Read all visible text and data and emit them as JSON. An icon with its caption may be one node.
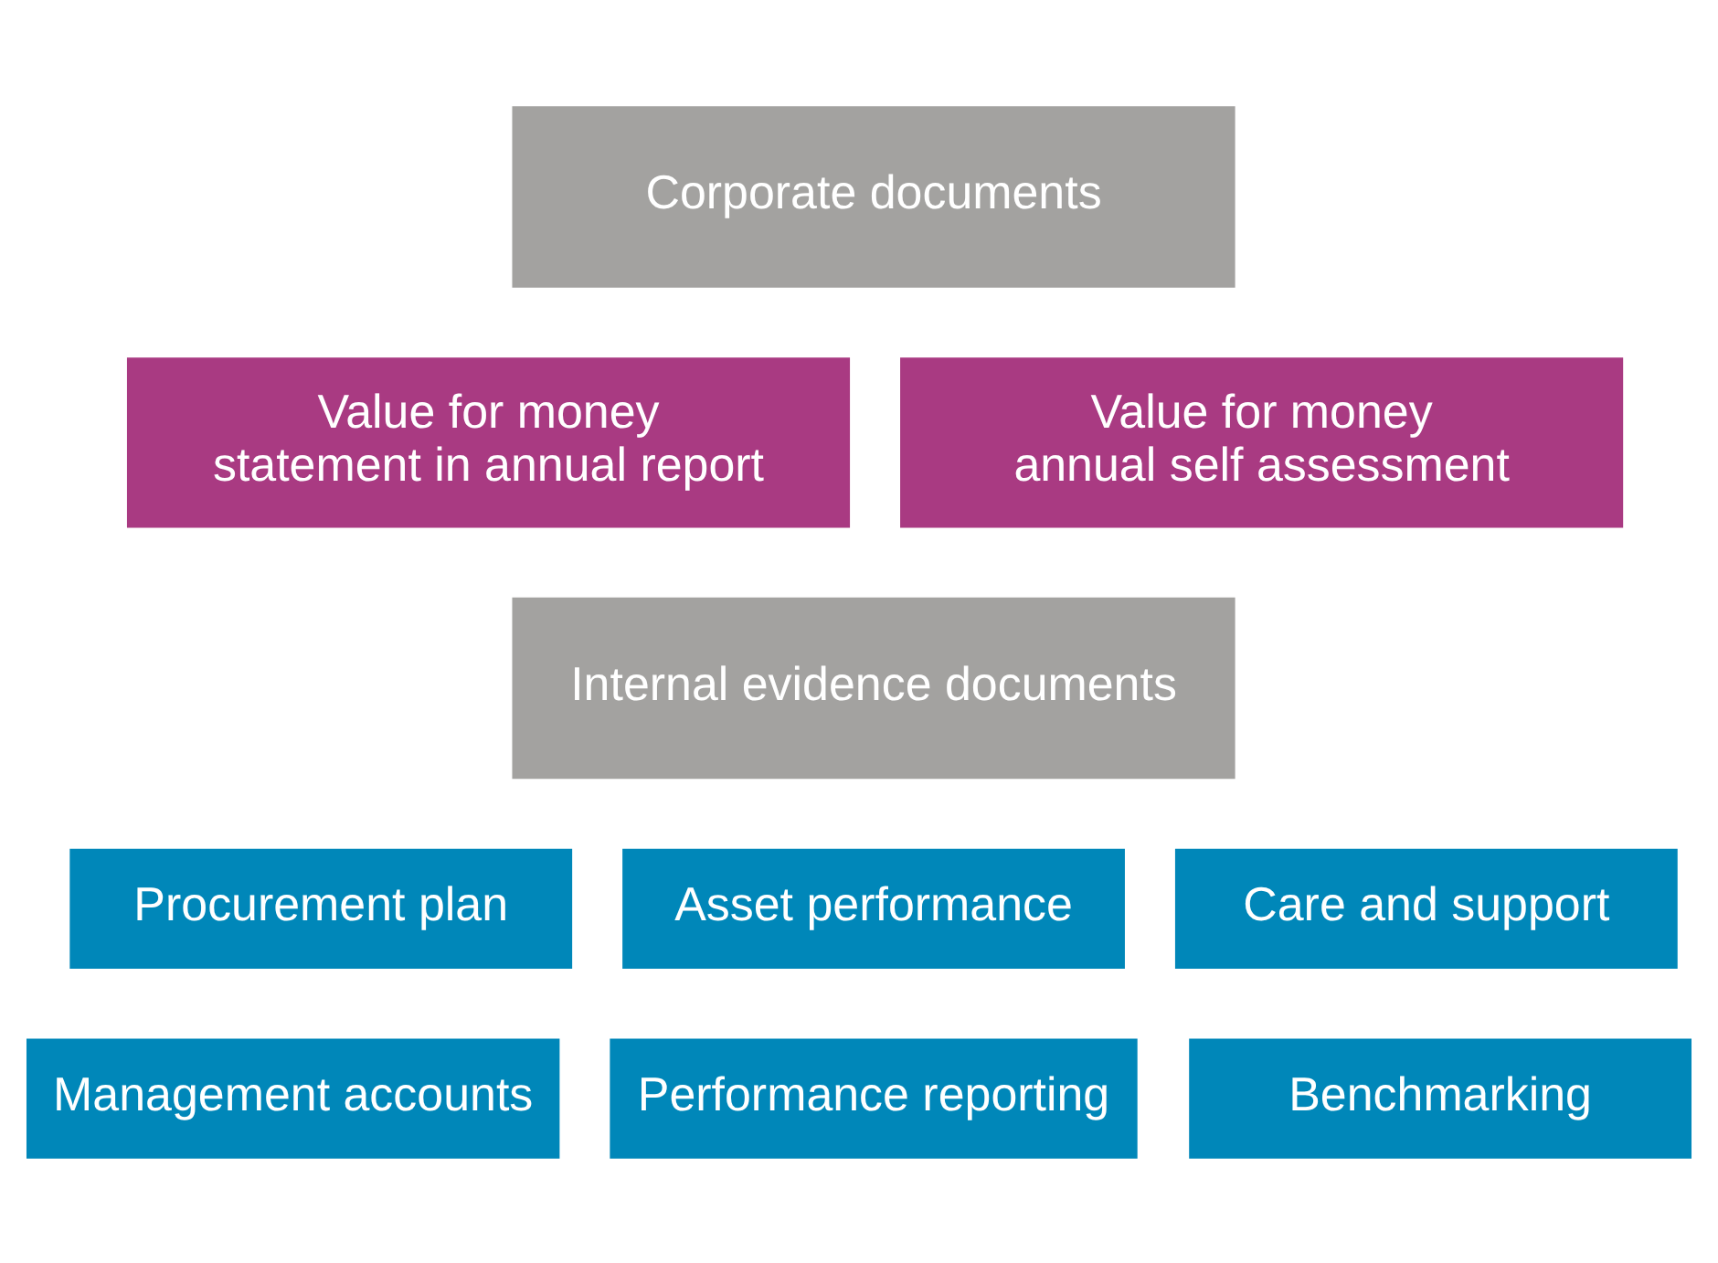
{
  "diagram": {
    "nodes": [
      {
        "text": [
          "Corporate documents"
        ]
      },
      {
        "text": [
          "Value for money statement in annual report"
        ]
      },
      {
        "text": [
          "Value for money annual self assessment"
        ]
      },
      {
        "text": [
          "Internal evidence documents"
        ]
      },
      {
        "text": [
          "Procurement plan"
        ]
      },
      {
        "text": [
          "Asset performance"
        ]
      },
      {
        "text": [
          "Care and support"
        ]
      },
      {
        "text": [
          "Management accounts"
        ]
      },
      {
        "text": [
          "Performance reporting"
        ]
      },
      {
        "text": [
          "Benchmarking"
        ]
      }
    ]
  }
}
